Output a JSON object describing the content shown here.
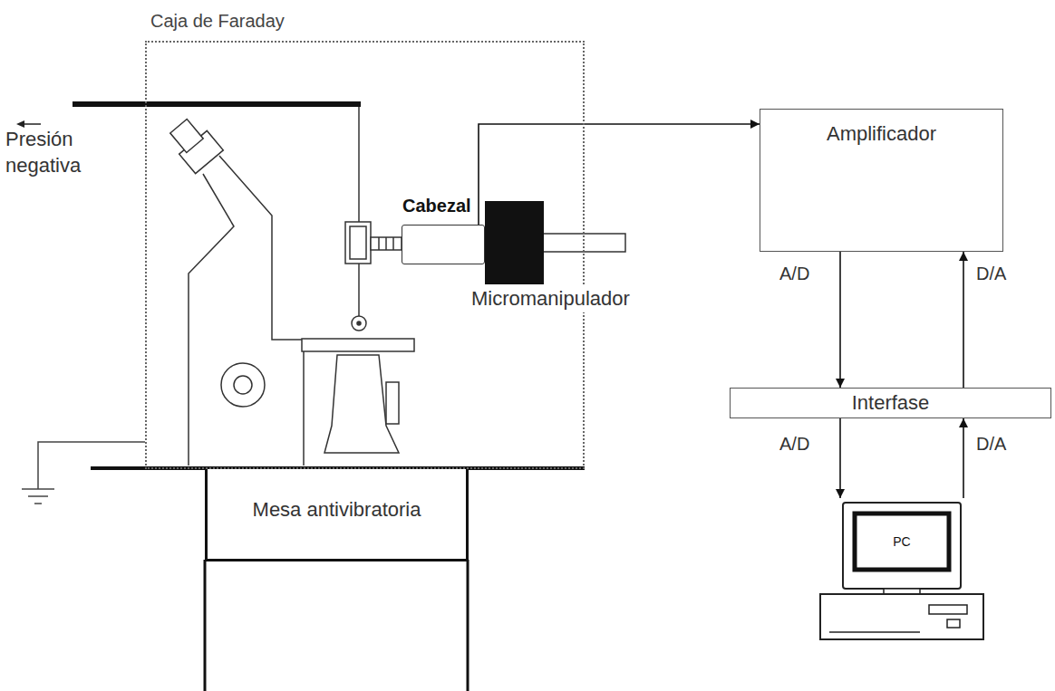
{
  "diagram": {
    "nodes": [
      {
        "text": [
          "Caja de Faraday"
        ]
      },
      {
        "text": [
          "Cabezal"
        ],
        "in": 0
      },
      {
        "text": [
          "Amplificador"
        ]
      },
      {
        "text": [
          "Interfase"
        ]
      },
      {
        "text": [
          "Mesa antivibratoria"
        ]
      },
      {
        "text": [
          "PC"
        ]
      }
    ],
    "edges": [
      {
        "from": 1,
        "to": 2,
        "arrow": "to"
      },
      {
        "from": 2,
        "to": 3,
        "label": "A/D",
        "arrow": "to"
      },
      {
        "from": 3,
        "to": 2,
        "label": "D/A",
        "arrow": "to"
      },
      {
        "from": 3,
        "to": 5,
        "label": "A/D",
        "arrow": "to"
      },
      {
        "from": 5,
        "to": 3,
        "label": "D/A",
        "arrow": "to"
      }
    ],
    "labels": [
      "Presión negativa",
      "Micromanipulador"
    ]
  }
}
